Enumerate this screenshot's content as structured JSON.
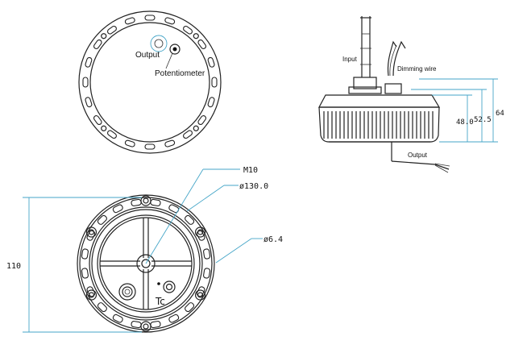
{
  "top_view": {
    "output_label": "Output",
    "potentiometer_label": "Potentiometer"
  },
  "side_view": {
    "input_label": "Input",
    "dimming_label": "Dimming wire",
    "output_label": "Output",
    "dims": [
      "48.0",
      "52.5",
      "64"
    ]
  },
  "bottom_view": {
    "thread_label": "M10",
    "diameter_label": "ø130.0",
    "hole_label": "ø6.4",
    "height_label": "110",
    "tc_label": "Tc"
  }
}
